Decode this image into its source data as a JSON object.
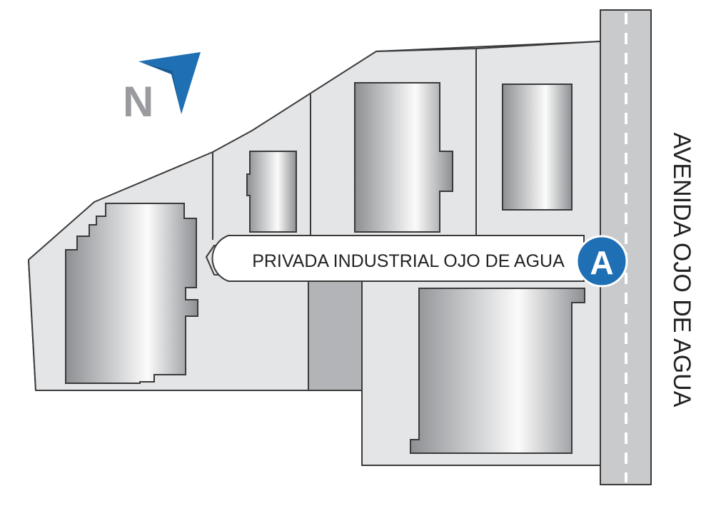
{
  "map": {
    "north_letter": "N",
    "street_private_label": "PRIVADA INDUSTRIAL OJO DE AGUA",
    "avenue_label": "AVENIDA OJO DE AGUA",
    "marker_letter": "A",
    "colors": {
      "lot_fill": "#e4e5e7",
      "outline": "#3a3a3a",
      "building_dark": "#8d8f93",
      "building_light": "#fbfbfb",
      "road": "#c8cacc",
      "lane_dash": "#ffffff",
      "marker_blue": "#1e6fb4",
      "north_gray": "#9a9b9e",
      "darker_lot": "#b3b4b7"
    }
  }
}
